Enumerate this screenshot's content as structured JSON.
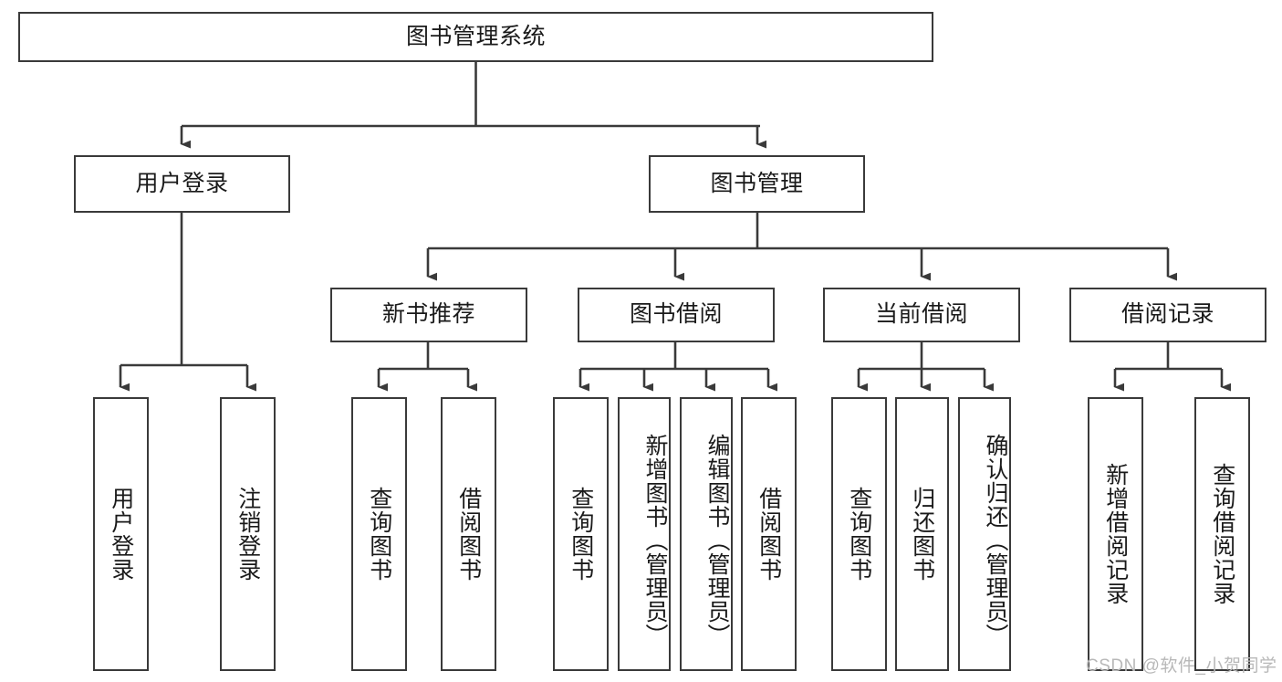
{
  "diagram": {
    "type": "tree-hierarchy",
    "title": "图书管理系统",
    "root": {
      "id": "root",
      "label": "图书管理系统",
      "orientation": "horizontal"
    },
    "level2": [
      {
        "id": "user-login",
        "label": "用户登录",
        "orientation": "horizontal"
      },
      {
        "id": "book-management",
        "label": "图书管理",
        "orientation": "horizontal"
      }
    ],
    "level3": [
      {
        "id": "new-book-recommend",
        "label": "新书推荐",
        "orientation": "horizontal",
        "parent": "book-management"
      },
      {
        "id": "book-borrow",
        "label": "图书借阅",
        "orientation": "horizontal",
        "parent": "book-management"
      },
      {
        "id": "current-borrow",
        "label": "当前借阅",
        "orientation": "horizontal",
        "parent": "book-management"
      },
      {
        "id": "borrow-record",
        "label": "借阅记录",
        "orientation": "horizontal",
        "parent": "book-management"
      }
    ],
    "leaves": [
      {
        "id": "leaf-user-login",
        "label": "用户登录",
        "parent": "user-login",
        "orientation": "vertical"
      },
      {
        "id": "leaf-logout",
        "label": "注销登录",
        "parent": "user-login",
        "orientation": "vertical"
      },
      {
        "id": "leaf-query-book-1",
        "label": "查询图书",
        "parent": "new-book-recommend",
        "orientation": "vertical"
      },
      {
        "id": "leaf-borrow-book-1",
        "label": "借阅图书",
        "parent": "new-book-recommend",
        "orientation": "vertical"
      },
      {
        "id": "leaf-query-book-2",
        "label": "查询图书",
        "parent": "book-borrow",
        "orientation": "vertical"
      },
      {
        "id": "leaf-add-book",
        "label": "新增图书（管理员）",
        "parent": "book-borrow",
        "orientation": "vertical"
      },
      {
        "id": "leaf-edit-book",
        "label": "编辑图书（管理员）",
        "parent": "book-borrow",
        "orientation": "vertical"
      },
      {
        "id": "leaf-borrow-book-2",
        "label": "借阅图书",
        "parent": "book-borrow",
        "orientation": "vertical"
      },
      {
        "id": "leaf-query-book-3",
        "label": "查询图书",
        "parent": "current-borrow",
        "orientation": "vertical"
      },
      {
        "id": "leaf-return-book",
        "label": "归还图书",
        "parent": "current-borrow",
        "orientation": "vertical"
      },
      {
        "id": "leaf-confirm-return",
        "label": "确认归还（管理员）",
        "parent": "current-borrow",
        "orientation": "vertical"
      },
      {
        "id": "leaf-add-record",
        "label": "新增借阅记录",
        "parent": "borrow-record",
        "orientation": "vertical"
      },
      {
        "id": "leaf-query-record",
        "label": "查询借阅记录",
        "parent": "borrow-record",
        "orientation": "vertical"
      }
    ],
    "watermark": "CSDN @软件_小贺同学",
    "colors": {
      "stroke": "#3a3a3a",
      "fill": "#ffffff",
      "text": "#1a1a1a",
      "watermark": "#b8b8b8"
    }
  }
}
